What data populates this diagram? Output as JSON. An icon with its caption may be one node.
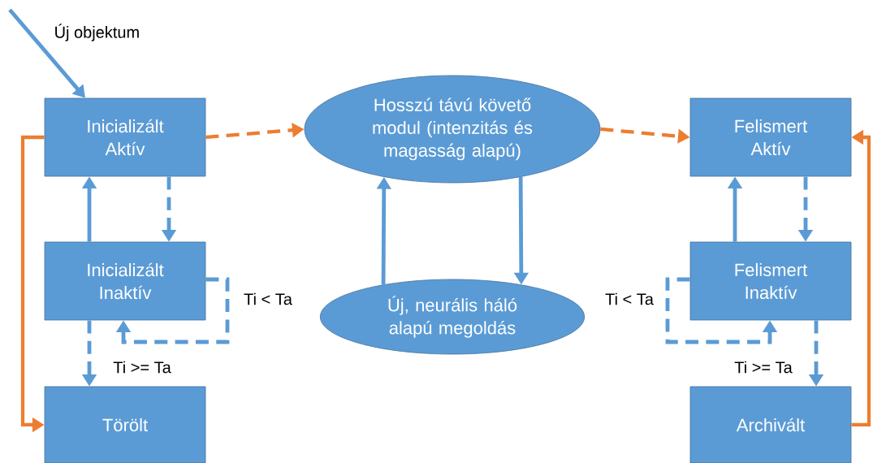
{
  "diagram": {
    "nodes": [
      {
        "text": [
          "Inicializált Aktív"
        ]
      },
      {
        "text": [
          "Inicializált Inaktív"
        ]
      },
      {
        "text": [
          "Törölt"
        ]
      },
      {
        "text": [
          "Hosszú távú követő modul (intenzitás és magasság alapú)"
        ]
      },
      {
        "text": [
          "Új, neurális háló alapú megoldás"
        ]
      },
      {
        "text": [
          "Felismert Aktív"
        ]
      },
      {
        "text": [
          "Felismert Inaktív"
        ]
      },
      {
        "text": [
          "Archivált"
        ]
      }
    ],
    "edges": [
      {
        "from": null,
        "to": 0,
        "arrow": "to",
        "label": "Új objektum"
      },
      {
        "from": 0,
        "to": 3,
        "arrow": "to",
        "style": "dashed",
        "color": "#ed7d31"
      },
      {
        "from": 0,
        "to": 2,
        "arrow": "to",
        "color": "#ed7d31"
      },
      {
        "from": 1,
        "to": 0,
        "arrow": "to"
      },
      {
        "from": 0,
        "to": 1,
        "arrow": "to",
        "style": "dashed"
      },
      {
        "from": 1,
        "to": 1,
        "arrow": "to",
        "style": "dashed",
        "label": "Ti < Ta"
      },
      {
        "from": 1,
        "to": 2,
        "arrow": "to",
        "style": "dashed",
        "label": "Ti >= Ta"
      },
      {
        "from": 4,
        "to": 3,
        "arrow": "to"
      },
      {
        "from": 3,
        "to": 4,
        "arrow": "to"
      },
      {
        "from": 3,
        "to": 5,
        "arrow": "to",
        "style": "dashed",
        "color": "#ed7d31"
      },
      {
        "from": 7,
        "to": 5,
        "arrow": "to",
        "color": "#ed7d31"
      },
      {
        "from": 6,
        "to": 5,
        "arrow": "to"
      },
      {
        "from": 5,
        "to": 6,
        "arrow": "to",
        "style": "dashed"
      },
      {
        "from": 6,
        "to": 6,
        "arrow": "to",
        "style": "dashed",
        "label": "Ti < Ta"
      },
      {
        "from": 6,
        "to": 7,
        "arrow": "to",
        "style": "dashed",
        "label": "Ti >= Ta"
      }
    ]
  }
}
